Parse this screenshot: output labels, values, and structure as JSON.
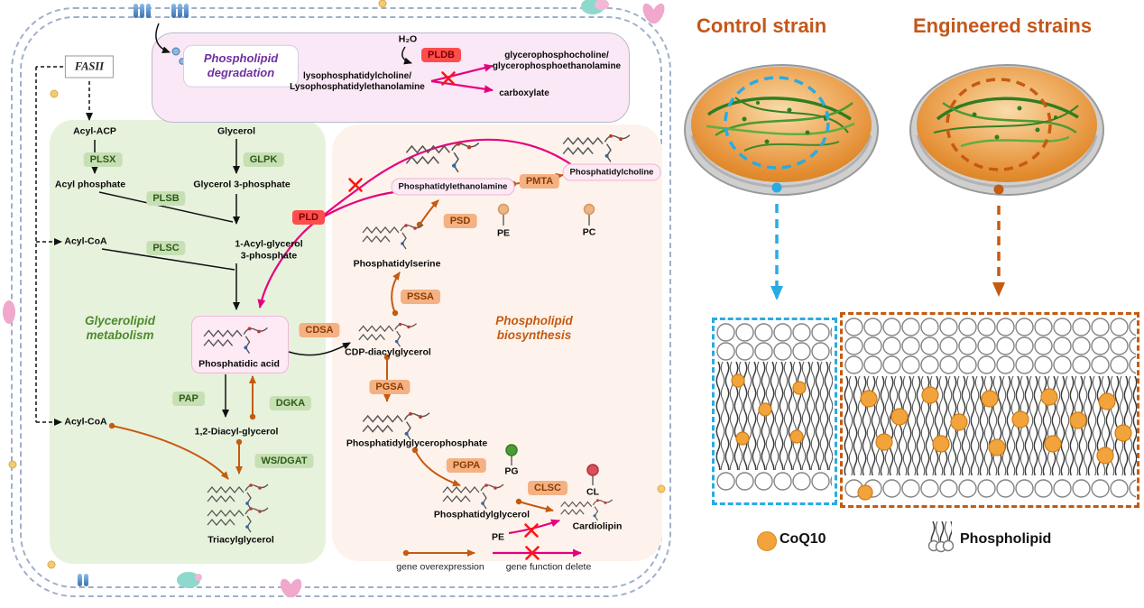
{
  "cell": {
    "fasii": "FASII",
    "deg": {
      "title": "Phospholipid\ndegradation",
      "h2o": "H₂O",
      "pldb": "PLDB",
      "substrate": "lysophosphatidylcholine/\nLysophosphatidylethanolamine",
      "product1": "glycerophosphocholine/\nglycerophosphoethanolamine",
      "product2": "carboxylate"
    },
    "gly": {
      "label": "Glycerolipid\nmetabolism",
      "acyl_acp": "Acyl-ACP",
      "plsx": "PLSX",
      "acyl_phosphate": "Acyl phosphate",
      "plsb": "PLSB",
      "acyl_coa": "Acyl-CoA",
      "plsc": "PLSC",
      "glycerol": "Glycerol",
      "glpk": "GLPK",
      "g3p": "Glycerol 3-phosphate",
      "acyl_g3p": "1-Acyl-glycerol\n3-phosphate",
      "pa": "Phosphatidic acid",
      "pap": "PAP",
      "dgka": "DGKA",
      "dag": "1,2-Diacyl-glycerol",
      "acyl_coa2": "Acyl-CoA",
      "ws_dgat": "WS/DGAT",
      "tag": "Triacylglycerol"
    },
    "bio": {
      "label": "Phospholipid\nbiosynthesis",
      "pld": "PLD",
      "cdsa": "CDSA",
      "cdp_dag": "CDP-diacylglycerol",
      "pssa": "PSSA",
      "ps": "Phosphatidylserine",
      "psd": "PSD",
      "pe_full": "Phosphatidylethanolamine",
      "pmta": "PMTA",
      "pc_full": "Phosphatidylcholine",
      "pe": "PE",
      "pc": "PC",
      "pgsa": "PGSA",
      "pgp": "Phosphatidylglycerophosphate",
      "pgpa": "PGPA",
      "pg": "PG",
      "pgly": "Phosphatidylglycerol",
      "clsc": "CLSC",
      "cl": "CL",
      "cardiolipin": "Cardiolipin",
      "pe2": "PE"
    },
    "legend": {
      "overexpression": "gene overexpression",
      "function_delete": "gene  function delete"
    }
  },
  "right": {
    "control_title": "Control strain",
    "engineered_title": "Engineered strains",
    "legend": {
      "coq10": "CoQ10",
      "phospholipid": "Phospholipid"
    }
  },
  "colors": {
    "accent_orange": "#C55A11",
    "magenta": "#E6007E",
    "delete_red": "#FF1414",
    "enzyme_green_bg": "#C6E0B4",
    "enzyme_orange_bg": "#F4B183",
    "enzyme_red_bg": "#FF4D4D",
    "blue_dashed": "#29ABE2",
    "coq10_orange": "#F2A33C",
    "purple_title": "#7030A0",
    "green_label": "#4E8A2C"
  }
}
